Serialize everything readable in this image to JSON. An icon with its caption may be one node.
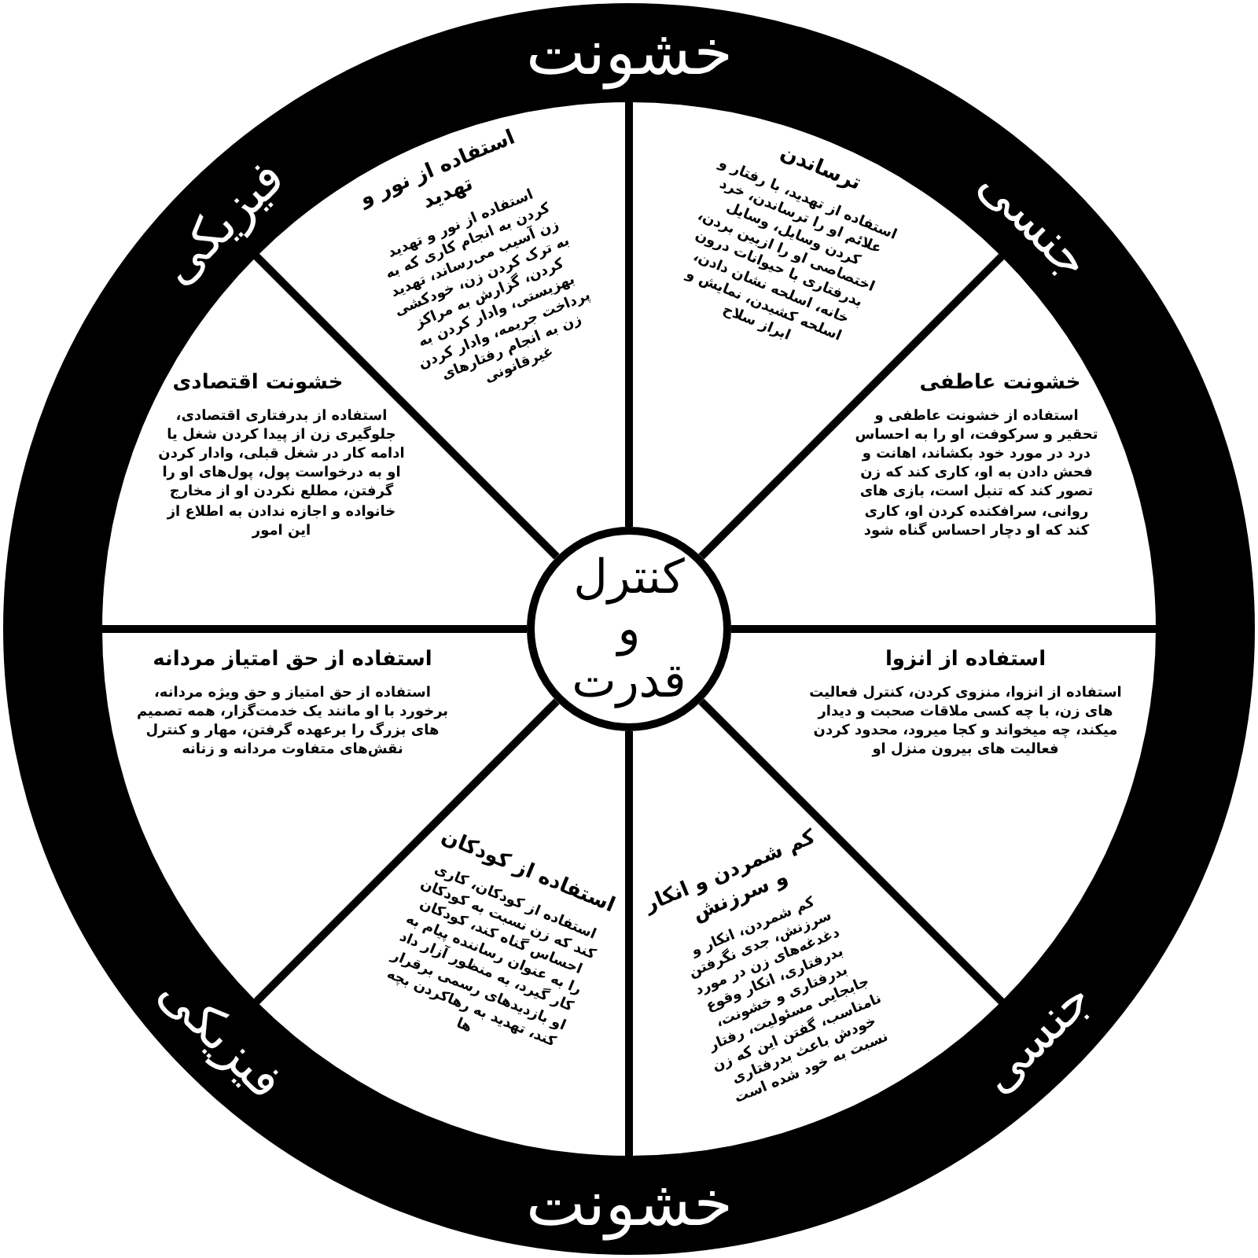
{
  "diagram": {
    "nodes": [
      {
        "text": [
          "کنترل و قدرت"
        ]
      },
      {
        "text": [
          "ترساندن",
          "استفاده از تهدید، با رفتار و علائم او را ترساندن، خرد کردن وسایل، وسایل اختصاصی او را ازبین بردن، بدرفتاری با حیوانات درون خانه، اسلحه نشان دادن، اسلحه کشیدن، نمایش و ابراز سلاح"
        ]
      },
      {
        "text": [
          "استفاده از نور و تهدید",
          "استفاده از نور و تهدید کردن به انجام کاری که به زن آسیب می‌رساند، تهدید به ترک کردن زن، خودکشی کردن، گزارش به مراکز بهزیستی، وادار کردن به پرداخت جریمه، وادار کردن زن به انجام رفتارهای غیرقانونی"
        ]
      },
      {
        "text": [
          "خشونت عاطفی",
          "استفاده از خشونت عاطفی و تحقیر و سرکوفت، او را به احساس درد در مورد خود بکشاند، اهانت و فحش دادن به او، کاری کند که زن تصور کند که تنبل است، بازی های روانی، سرافکنده کردن او، کاری کند که او دچار احساس گناه شود"
        ]
      },
      {
        "text": [
          "خشونت اقتصادی",
          "استفاده از بدرفتاری اقتصادی، جلوگیری زن از پیدا کردن شغل یا ادامه کار در شغل قبلی، وادار کردن او به درخواست پول، پول‌های او را گرفتن، مطلع نکردن او از مخارج خانواده و اجازه ندادن به اطلاع از این امور"
        ]
      },
      {
        "text": [
          "استفاده از انزوا",
          "استفاده از انزوا، منزوی کردن، کنترل فعالیت های زن، با چه کسی ملاقات صحبت و دیدار میکند، چه میخواند و کجا میرود، محدود کردن فعالیت های بیرون منزل او"
        ]
      },
      {
        "text": [
          "استفاده از حق امتیاز مردانه",
          "استفاده از حق امتیاز و حق ویژه مردانه، برخورد با او مانند یک خدمت‌گزار، همه تصمیم های بزرگ را برعهده گرفتن، مهار و کنترل نقش‌های متفاوت مردانه و زنانه"
        ]
      },
      {
        "text": [
          "کم شمردن و انکار و سرزنش",
          "کم شمردن، انکار و سرزنش، جدی نگرفتن دغدغه‌های زن در مورد بدرفتاری، انکار وقوع بدرفتاری و خشونت، جابجایی مسئولیت، رفتار نامناسب، گفتن این که زن خودش باعث بدرفتاری نسبت به خود شده است"
        ]
      },
      {
        "text": [
          "استفاده از کودکان",
          "استفاده از کودکان، کاری کند که زن نسبت به کودکان احساس گناه کند، کودکان را به عنوان رساننده پیام به کار گیرد، به منظور آزار داد او بازدیدهای رسمی برقرار کند، تهدید به رهاکردن بچه ها"
        ]
      }
    ],
    "labels": [
      "خشونت",
      "فیزیکی",
      "جنسی",
      "فیزیکی",
      "جنسی",
      "خشونت"
    ]
  }
}
